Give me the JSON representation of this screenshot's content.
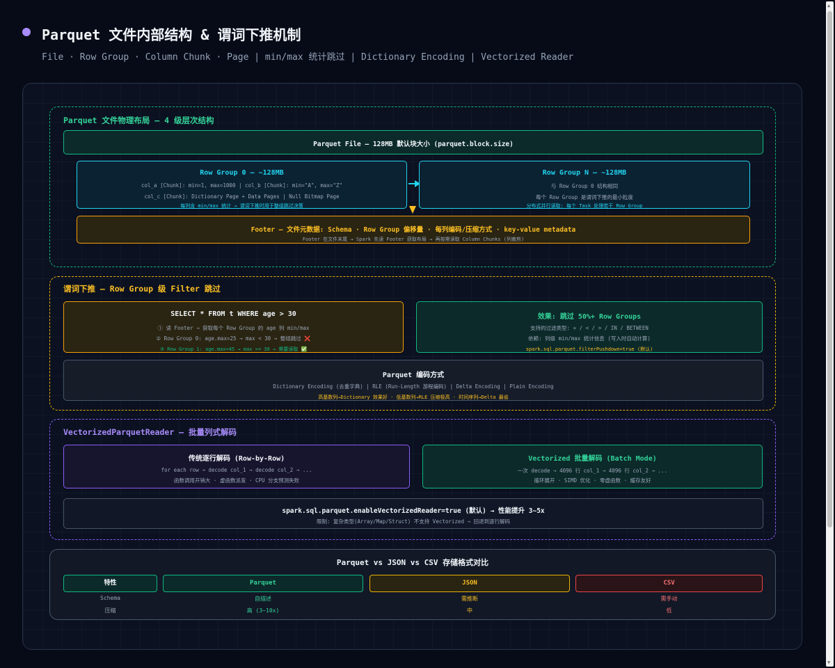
{
  "header": {
    "title": "Parquet 文件内部结构 & 谓词下推机制",
    "subtitle": "File · Row Group · Column Chunk · Page | min/max 统计跳过 | Dictionary Encoding | Vectorized Reader"
  },
  "layout_section": {
    "title": "Parquet 文件物理布局 — 4 级层次结构",
    "file_box": "Parquet File — 128MB 默认块大小 (parquet.block.size)",
    "rg0": {
      "title": "Row Group 0 — ~128MB",
      "line1": "col_a [Chunk]: min=1, max=1000 | col_b [Chunk]: min=\"A\", max=\"Z\"",
      "line2": "col_c [Chunk]: Dictionary Page + Data Pages | Null Bitmap Page",
      "note": "每列含 min/max 统计 → 谓词下推时用于整组跳过决策"
    },
    "rgn": {
      "title": "Row Group N — ~128MB",
      "line1": "与 Row Group 0 结构相同",
      "line2": "每个 Row Group 是谓词下推的最小粒度",
      "note": "分布式并行读取: 每个 Task 处理若干 Row Group"
    },
    "footer": {
      "title": "Footer — 文件元数据: Schema · Row Group 偏移量 · 每列编码/压缩方式 · key-value metadata",
      "note": "Footer 在文件末尾 → Spark 先读 Footer 获取布局 → 再按需读取 Column Chunks (列裁剪)"
    }
  },
  "pushdown_section": {
    "title": "谓词下推 — Row Group 级 Filter 跳过",
    "query": {
      "title": "SELECT * FROM t WHERE age > 30",
      "step1": "① 读 Footer → 获取每个 Row Group 的 age 列 min/max",
      "step2": "② Row Group 0: age.max=25 → max < 30 → 整组跳过 ❌",
      "step3": "③ Row Group 1: age.max=45 → max >= 30 → 需要读取 ✅"
    },
    "effect": {
      "title": "效果: 跳过 50%+ Row Groups",
      "line1": "支持的过滤类型: = / < / > / IN / BETWEEN",
      "line2": "依赖: 列级 min/max 统计信息 (写入时自动计算)",
      "config": "spark.sql.parquet.filterPushdown=true (默认)"
    },
    "encoding": {
      "title": "Parquet 编码方式",
      "line1": "Dictionary Encoding (去重字典) | RLE (Run-Length 游程编码) | Delta Encoding | Plain Encoding",
      "note": "高基数列→Dictionary 效果好 · 低基数列→RLE 压缩极高 · 时间序列→Delta 最省"
    }
  },
  "vector_section": {
    "title": "VectorizedParquetReader — 批量列式解码",
    "row": {
      "title": "传统逐行解码 (Row-by-Row)",
      "line1": "for each row → decode col_1 → decode col_2 → ...",
      "line2": "函数调用开销大 · 虚函数派发 · CPU 分支预测失败"
    },
    "batch": {
      "title": "Vectorized 批量解码 (Batch Mode)",
      "line1": "一次 decode → 4096 行 col_1 → 4096 行 col_2 → ...",
      "line2": "循环展开 · SIMD 优化 · 零虚函数 · 缓存友好"
    },
    "config": {
      "title": "spark.sql.parquet.enableVectorizedReader=true (默认) → 性能提升 3~5x",
      "note": "限制: 复杂类型(Array/Map/Struct) 不支持 Vectorized → 回退到逐行解码"
    }
  },
  "compare_section": {
    "title": "Parquet vs JSON vs CSV 存储格式对比",
    "headers": [
      "特性",
      "Parquet",
      "JSON",
      "CSV"
    ],
    "rows": [
      [
        "Schema",
        "自描述",
        "需推断",
        "需手动"
      ],
      [
        "压缩",
        "高 (3~10x)",
        "中",
        "低"
      ]
    ]
  },
  "colors": {
    "teal": "#34d399",
    "cyan": "#22d3ee",
    "yellow": "#fbbf24",
    "purple": "#a78bfa",
    "red": "#f87171"
  }
}
